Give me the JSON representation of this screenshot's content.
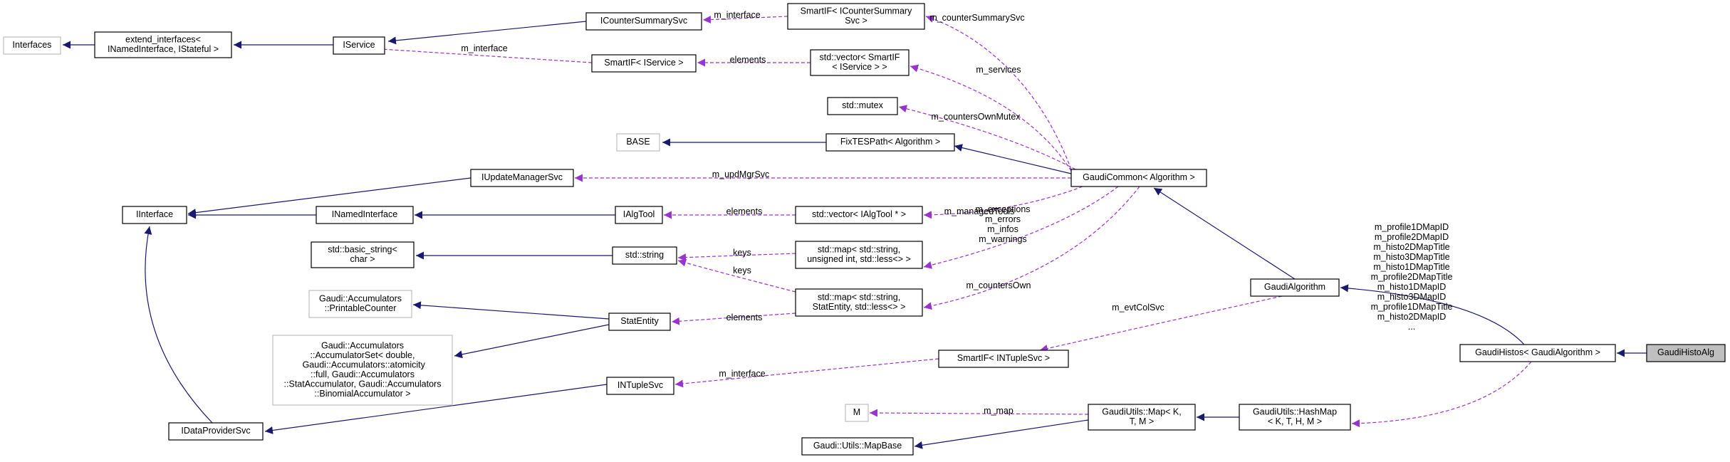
{
  "colors": {
    "inherit": "#191970",
    "usage": "#9a32cd",
    "box_border": "#000000",
    "external_border": "#bfbfbf",
    "highlight_fill": "#bfbfbf"
  },
  "nodes": {
    "interfaces": [
      "Interfaces"
    ],
    "extend_interfaces": [
      "extend_interfaces<",
      "INamedInterface, IStateful >"
    ],
    "iservice": [
      "IService"
    ],
    "icountersummarysvc": [
      "ICounterSummarySvc"
    ],
    "smartif_icountersummarysvc": [
      "SmartIF< ICounterSummary",
      "Svc >"
    ],
    "smartif_iservice": [
      "SmartIF< IService >"
    ],
    "vector_smartif_iservice": [
      "std::vector< SmartIF",
      "< IService > >"
    ],
    "mutex": [
      "std::mutex"
    ],
    "base": [
      "BASE"
    ],
    "fixtespath": [
      "FixTESPath< Algorithm >"
    ],
    "iupdatemanagersvc": [
      "IUpdateManagerSvc"
    ],
    "gaudicommon": [
      "GaudiCommon< Algorithm >"
    ],
    "iinterface": [
      "IInterface"
    ],
    "inamedinterface": [
      "INamedInterface"
    ],
    "ialgtool": [
      "IAlgTool"
    ],
    "vector_ialgtool": [
      "std::vector< IAlgTool * >"
    ],
    "basic_string": [
      "std::basic_string<",
      "char >"
    ],
    "string": [
      "std::string"
    ],
    "map_string_uint": [
      "std::map< std::string,",
      "unsigned int, std::less<> >"
    ],
    "printablecounter": [
      "Gaudi::Accumulators",
      "::PrintableCounter"
    ],
    "statentity": [
      "StatEntity"
    ],
    "map_string_statentity": [
      "std::map< std::string,",
      "StatEntity, std::less<> >"
    ],
    "accumulatorset": [
      "Gaudi::Accumulators",
      "::AccumulatorSet< double,",
      " Gaudi::Accumulators::atomicity",
      "::full, Gaudi::Accumulators",
      "::StatAccumulator, Gaudi::Accumulators",
      "::BinomialAccumulator >"
    ],
    "gaudialgorithm": [
      "GaudiAlgorithm"
    ],
    "smartif_intuplesvc": [
      "SmartIF< INTupleSvc >"
    ],
    "intuplesvc": [
      "INTupleSvc"
    ],
    "gaudihistos": [
      "GaudiHistos< GaudiAlgorithm >"
    ],
    "gaudihistoalg": [
      "GaudiHistoAlg"
    ],
    "m": [
      "M"
    ],
    "gaudiutils_map": [
      "GaudiUtils::Map< K,",
      "T, M >"
    ],
    "gaudiutils_hashmap": [
      "GaudiUtils::HashMap",
      "< K, T, H, M >"
    ],
    "idataprovidersvc": [
      "IDataProviderSvc"
    ],
    "mapbase": [
      "Gaudi::Utils::MapBase"
    ]
  },
  "edge_labels": {
    "m_interface_counter": [
      "m_interface"
    ],
    "m_counterSummarySvc": [
      "m_counterSummarySvc"
    ],
    "m_interface_service": [
      "m_interface"
    ],
    "elements_service": [
      "elements"
    ],
    "m_services": [
      "m_services"
    ],
    "m_countersOwnMutex": [
      "m_countersOwnMutex"
    ],
    "m_updMgrSvc": [
      "m_updMgrSvc"
    ],
    "elements_algtool": [
      "elements"
    ],
    "m_managedTools": [
      "m_managedTools"
    ],
    "keys_uint": [
      "keys"
    ],
    "keys_statentity": [
      "keys"
    ],
    "m_exceptions_group": [
      "m_exceptions",
      "m_errors",
      "m_infos",
      "m_warnings"
    ],
    "elements_statentity": [
      "elements"
    ],
    "m_countersOwn": [
      "m_countersOwn"
    ],
    "m_evtColSvc": [
      "m_evtColSvc"
    ],
    "m_interface_ntuple": [
      "m_interface"
    ],
    "m_map": [
      "m_map"
    ],
    "histo_maps": [
      "m_profile1DMapID",
      "m_profile2DMapID",
      "m_histo2DMapTitle",
      "m_histo3DMapTitle",
      "m_histo1DMapTitle",
      "m_profile2DMapTitle",
      "m_histo1DMapID",
      "m_histo3DMapID",
      "m_profile1DMapTitle",
      "m_histo2DMapID",
      "..."
    ]
  }
}
